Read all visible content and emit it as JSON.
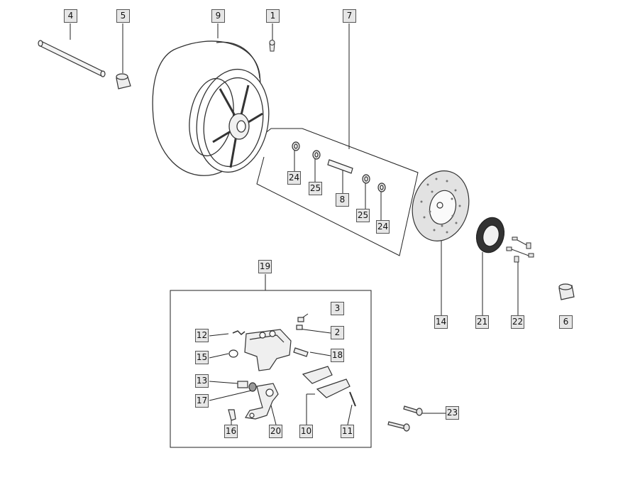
{
  "diagram": {
    "type": "exploded-parts-diagram",
    "labels": {
      "p1": "1",
      "p2": "2",
      "p3": "3",
      "p4": "4",
      "p5": "5",
      "p6": "6",
      "p7": "7",
      "p8": "8",
      "p9": "9",
      "p10": "10",
      "p11": "11",
      "p12": "12",
      "p13": "13",
      "p14": "14",
      "p15": "15",
      "p16": "16",
      "p17": "17",
      "p18": "18",
      "p19": "19",
      "p20": "20",
      "p21": "21",
      "p22": "22",
      "p23": "23",
      "p24a": "24",
      "p24b": "24",
      "p25a": "25",
      "p25b": "25"
    }
  }
}
